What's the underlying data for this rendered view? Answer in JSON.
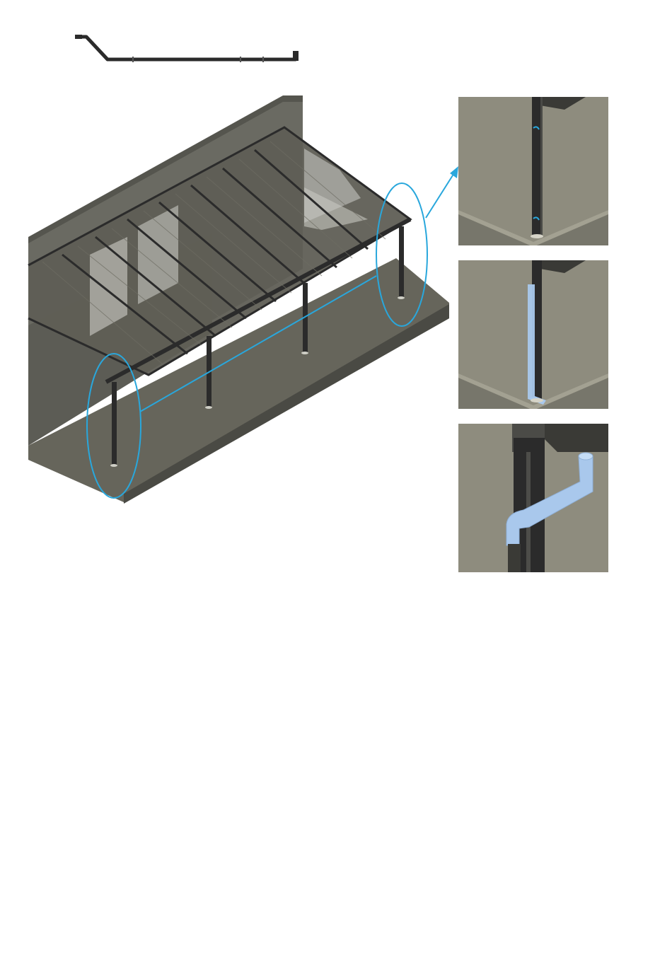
{
  "figure": {
    "kind": "assembly illustration",
    "has_text": false,
    "steps": [
      {
        "id": "downpipe-part",
        "label": ""
      },
      {
        "id": "overview",
        "label": ""
      },
      {
        "id": "detail-1",
        "label": ""
      },
      {
        "id": "detail-2",
        "label": ""
      },
      {
        "id": "detail-3",
        "label": ""
      }
    ]
  },
  "colors": {
    "background": "#ffffff",
    "wall": "#6a6a62",
    "wall_dark": "#4f4f49",
    "floor": "#66655b",
    "floor_edge": "#4a4a44",
    "frame": "#2b2b2b",
    "roof_panel": "#5f5e55",
    "glass_patch": "#b8b8b2",
    "callout": "#29a7dc",
    "highlight_pipe": "#a9c8ec",
    "detail_wall": "#8e8c7e",
    "detail_floor": "#77766b"
  },
  "icons": {
    "callout_ellipse": "ellipse-outline",
    "callout_arrow": "arrow-head"
  }
}
